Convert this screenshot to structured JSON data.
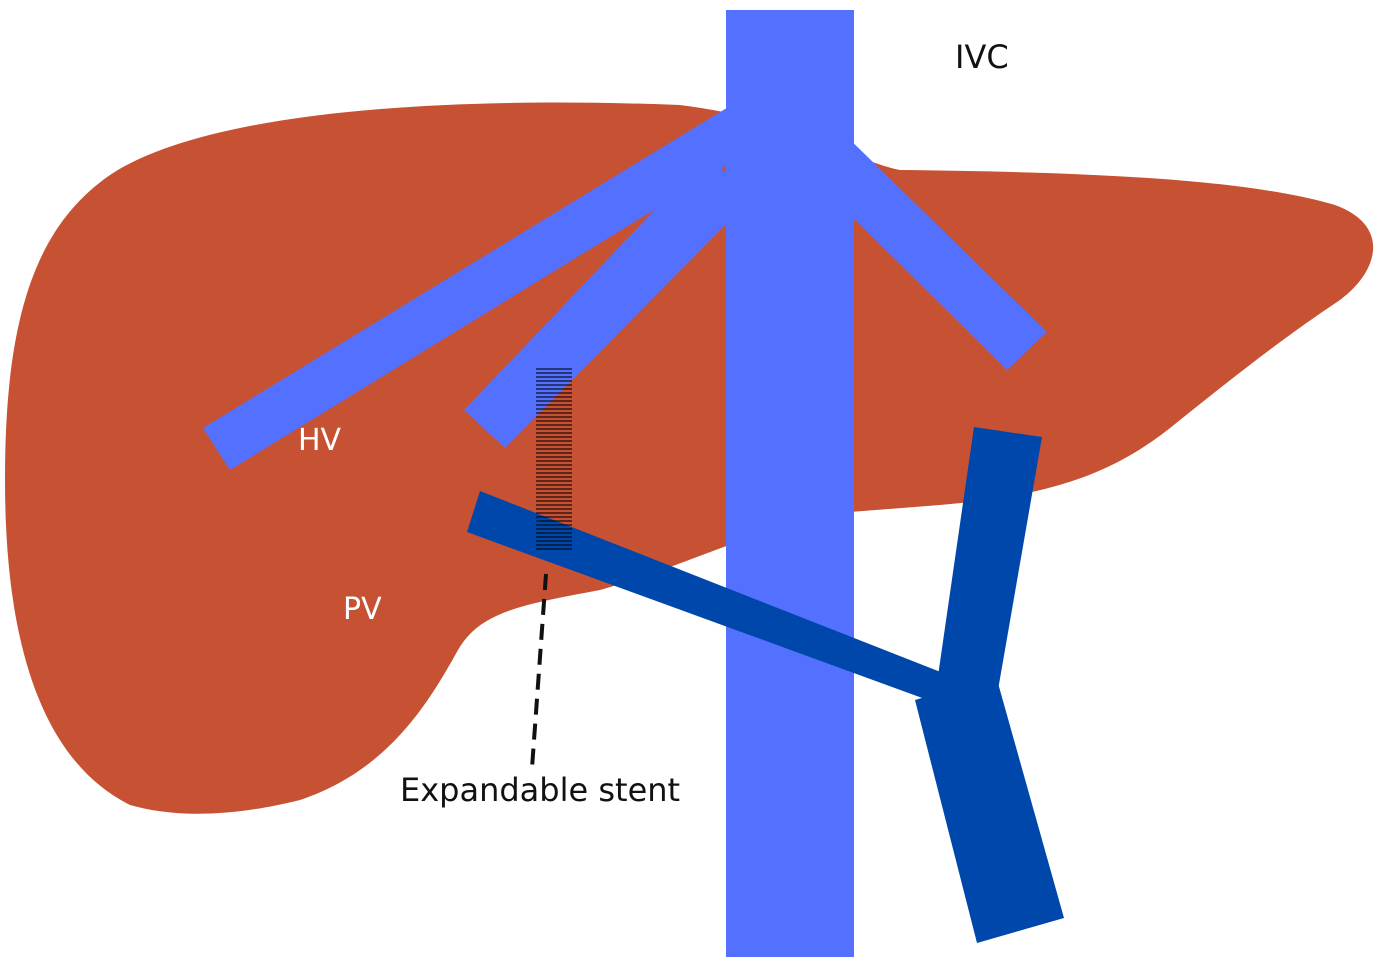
{
  "labels": {
    "ivc": "IVC",
    "hv": "HV",
    "pv": "PV",
    "stent": "Expandable stent"
  },
  "colors": {
    "background": "#ffffff",
    "liver": "#c65233",
    "hepatic_vein": "#5370ff",
    "portal_vein": "#0047ab",
    "stent": "#000000",
    "leader_line": "#111111",
    "text_dark": "#111111",
    "text_light": "#ffffff"
  }
}
